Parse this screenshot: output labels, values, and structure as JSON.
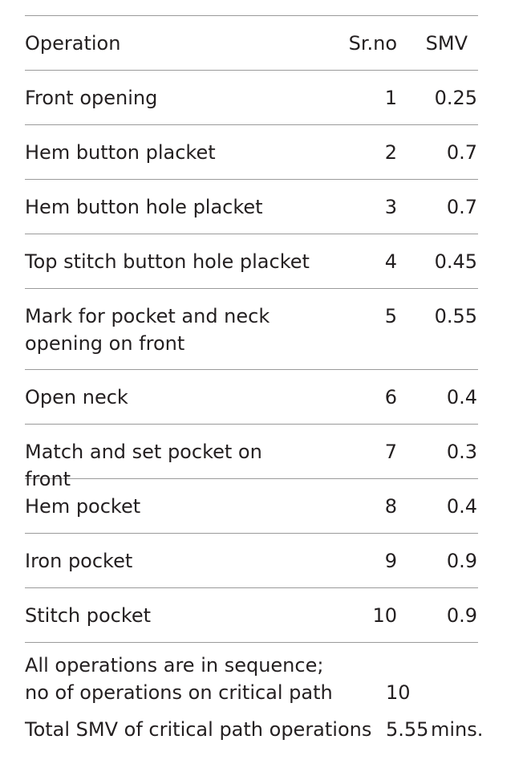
{
  "table": {
    "headers": {
      "operation": "Operation",
      "sr_no": "Sr.no",
      "smv": "SMV"
    },
    "rows": [
      {
        "operation": "Front opening",
        "sr_no": "1",
        "smv": "0.25"
      },
      {
        "operation": "Hem button placket",
        "sr_no": "2",
        "smv": "0.7"
      },
      {
        "operation": "Hem button hole placket",
        "sr_no": "3",
        "smv": "0.7"
      },
      {
        "operation": "Top stitch button hole placket",
        "sr_no": "4",
        "smv": "0.45"
      },
      {
        "operation": "Mark for pocket and neck opening on front",
        "sr_no": "5",
        "smv": "0.55"
      },
      {
        "operation": "Open neck",
        "sr_no": "6",
        "smv": "0.4"
      },
      {
        "operation": "Match and set pocket on front",
        "sr_no": "7",
        "smv": "0.3"
      },
      {
        "operation": "Hem pocket",
        "sr_no": "8",
        "smv": "0.4"
      },
      {
        "operation": "Iron pocket",
        "sr_no": "9",
        "smv": "0.9"
      },
      {
        "operation": "Stitch pocket",
        "sr_no": "10",
        "smv": "0.9"
      }
    ]
  },
  "footer": {
    "sequence_note": "All operations are in sequence;",
    "critical_path_label": "no of operations on critical path",
    "critical_path_count": "10",
    "total_label": "Total SMV of critical path operations",
    "total_value": "5.55",
    "total_unit": "mins."
  }
}
